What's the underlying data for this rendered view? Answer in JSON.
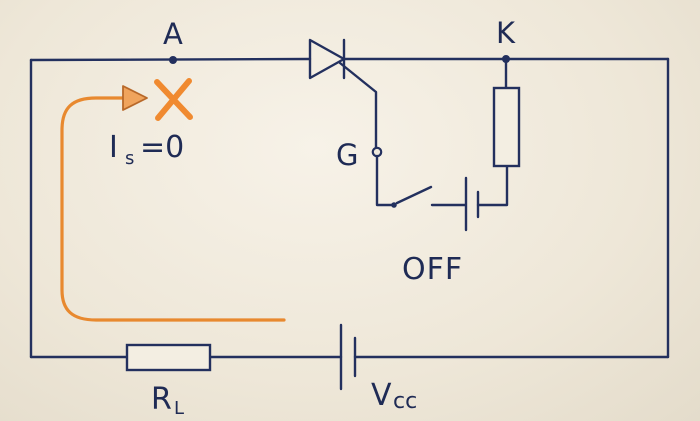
{
  "diagram": {
    "labels": {
      "anode": "A",
      "cathode": "K",
      "gate": "G",
      "switch_state": "OFF",
      "load_resistor_main": "R",
      "load_resistor_sub": "L",
      "supply_main": "V",
      "supply_sub": "cc",
      "current_main": "I",
      "current_sub": "s",
      "current_value": "=0"
    },
    "colors": {
      "wire": "#23305e",
      "current_arrow": "#e8892f",
      "blocked_mark": "#f08a30",
      "paper": "#f2ecdf"
    },
    "icons": {
      "thyristor": "thyristor-symbol",
      "switch": "open-switch-symbol",
      "battery": "battery-symbol",
      "resistor": "resistor-symbol",
      "blocked": "cross-icon"
    }
  }
}
